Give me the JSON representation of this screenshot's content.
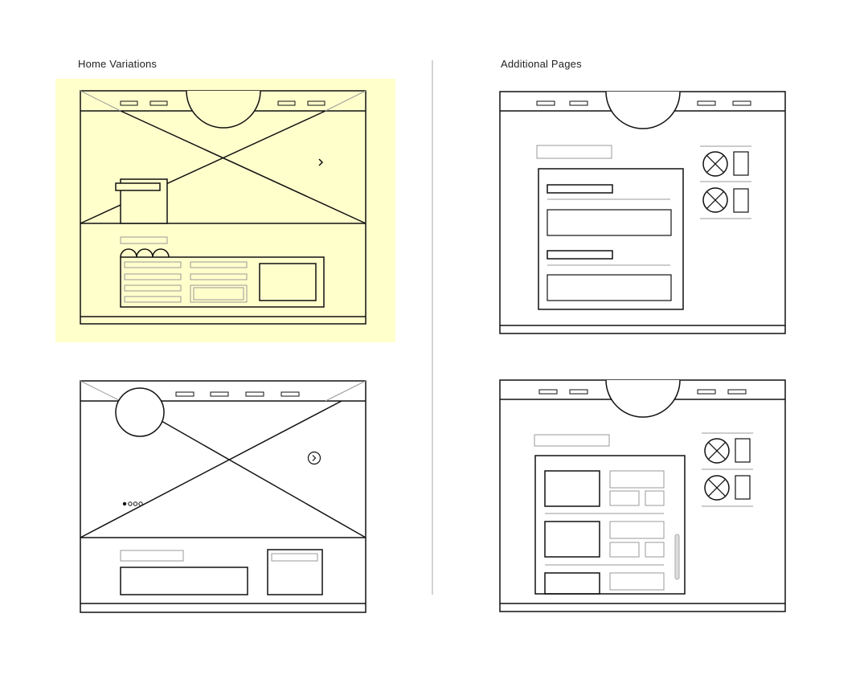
{
  "headings": {
    "left": "Home Variations",
    "right": "Additional Pages"
  },
  "colors": {
    "highlight": "#ffffcc",
    "stroke": "#111111",
    "light_stroke": "#999999",
    "divider": "#aaaaaa",
    "background": "#ffffff"
  },
  "wireframes": [
    {
      "id": "home-variation-1",
      "group": "Home Variations",
      "selected": true,
      "icons": [
        "chevron-right-icon",
        "image-placeholder-icon"
      ]
    },
    {
      "id": "home-variation-2",
      "group": "Home Variations",
      "selected": false,
      "icons": [
        "chevron-circle-right-icon",
        "carousel-dots-icon",
        "image-placeholder-icon"
      ]
    },
    {
      "id": "additional-page-1",
      "group": "Additional Pages",
      "selected": false,
      "icons": [
        "thumbnail-placeholder-icon"
      ]
    },
    {
      "id": "additional-page-2",
      "group": "Additional Pages",
      "selected": false,
      "icons": [
        "thumbnail-placeholder-icon",
        "scrollbar-icon"
      ]
    }
  ]
}
